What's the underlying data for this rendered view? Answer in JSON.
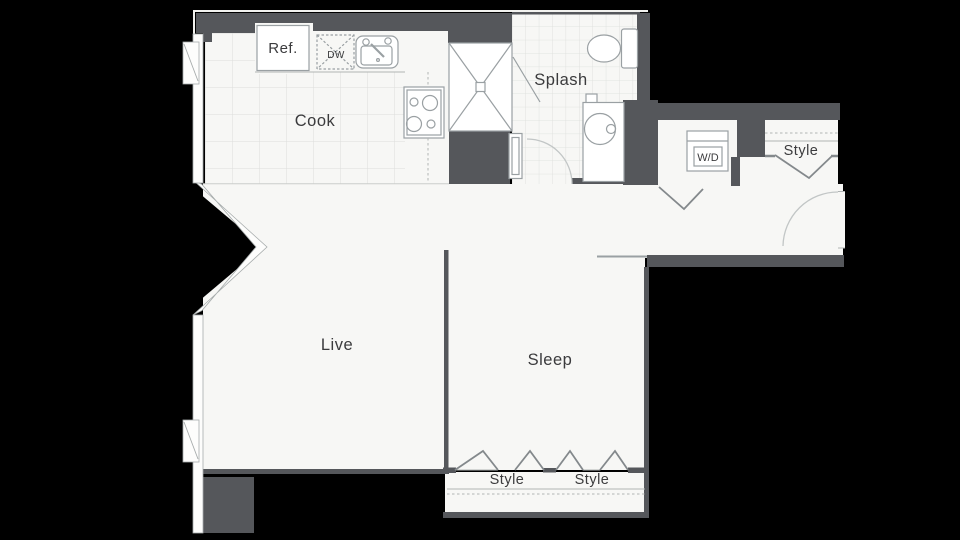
{
  "plan": {
    "type": "apartment-floor-plan",
    "labels": {
      "cook": "Cook",
      "splash": "Splash",
      "live": "Live",
      "sleep": "Sleep",
      "style_entry": "Style",
      "style_bedroom_left": "Style",
      "style_bedroom_right": "Style",
      "refrigerator": "Ref.",
      "dishwasher": "DW",
      "washer_dryer": "W/D"
    },
    "colors": {
      "background": "#000000",
      "wall": "#55575b",
      "floor": "#f7f7f5",
      "tile_line": "#dcdedb",
      "fixture_outline": "#9aa0a3",
      "label_text": "#3b3b3d"
    }
  }
}
